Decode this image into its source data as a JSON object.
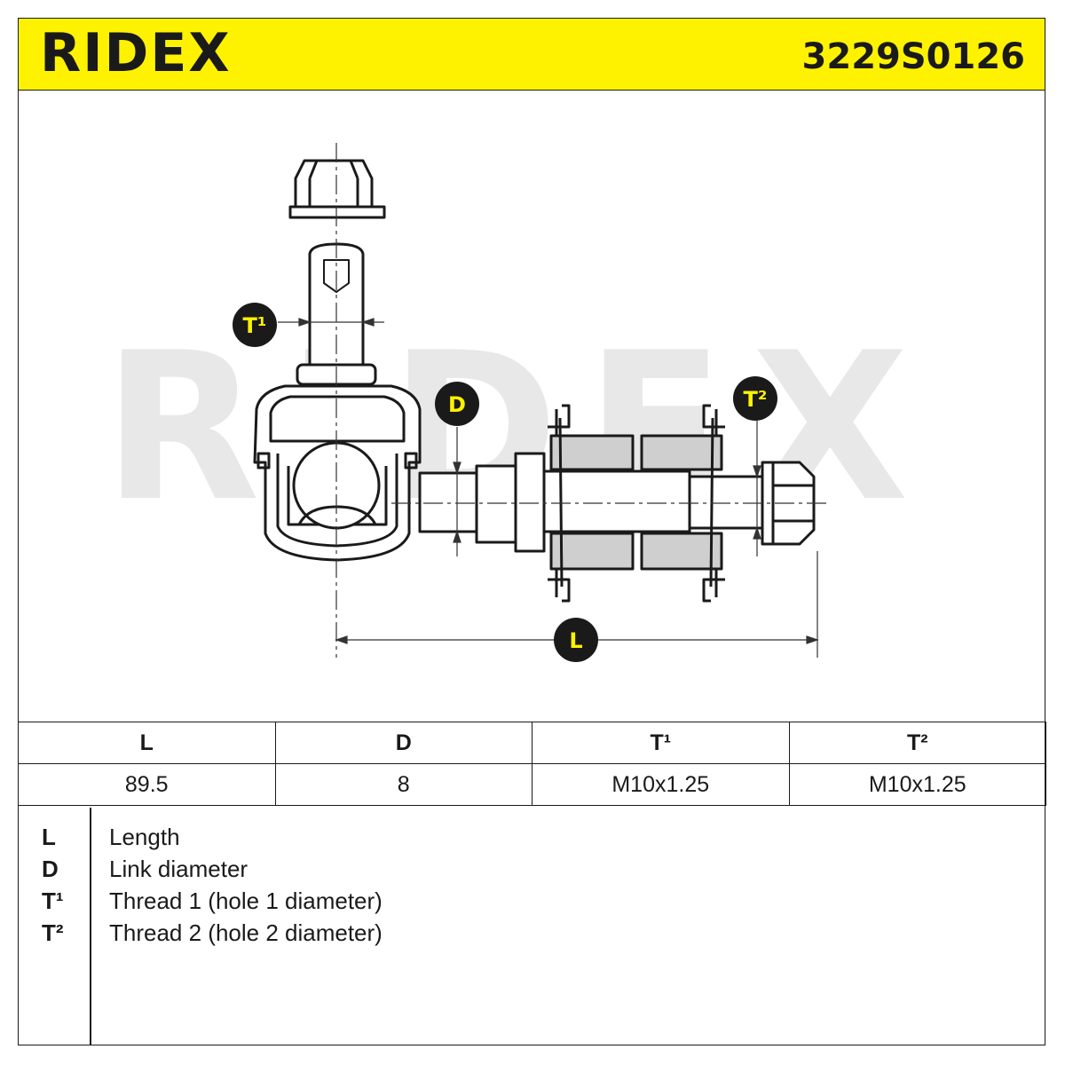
{
  "header": {
    "brand": "RIDEX",
    "part_number": "3229S0126",
    "background_color": "#fff200"
  },
  "diagram": {
    "watermark": "RIDEX",
    "callouts": {
      "t1": "T¹",
      "d": "D",
      "t2": "T²",
      "l": "L"
    }
  },
  "spec_table": {
    "headers": [
      "L",
      "D",
      "T¹",
      "T²"
    ],
    "values": [
      "89.5",
      "8",
      "M10x1.25",
      "M10x1.25"
    ]
  },
  "legend": [
    {
      "key": "L",
      "label": "Length"
    },
    {
      "key": "D",
      "label": "Link diameter"
    },
    {
      "key": "T¹",
      "label": "Thread 1 (hole 1 diameter)"
    },
    {
      "key": "T²",
      "label": "Thread 2 (hole 2 diameter)"
    }
  ]
}
